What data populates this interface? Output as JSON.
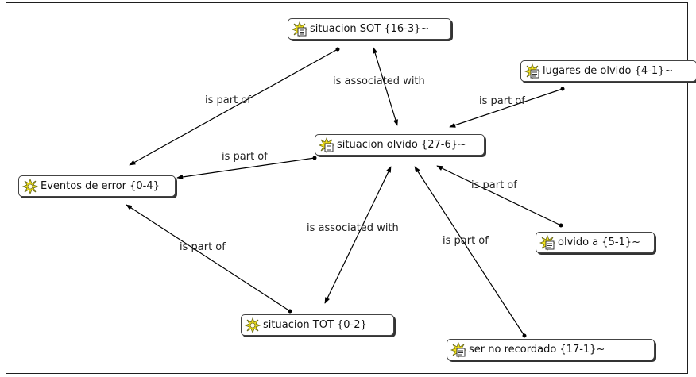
{
  "diagram": {
    "nodes": [
      {
        "id": "sot",
        "label": "situacion SOT {16-3}~",
        "icon": "code-family-icon"
      },
      {
        "id": "lugares",
        "label": "lugares de olvido {4-1}~",
        "icon": "code-family-icon"
      },
      {
        "id": "olvido",
        "label": "situacion olvido {27-6}~",
        "icon": "code-family-icon"
      },
      {
        "id": "eventos",
        "label": "Eventos de error {0-4}",
        "icon": "network-node-icon"
      },
      {
        "id": "olvidoa",
        "label": "olvido a {5-1}~",
        "icon": "code-family-icon"
      },
      {
        "id": "tot",
        "label": "situacion TOT {0-2}",
        "icon": "network-node-icon"
      },
      {
        "id": "ser",
        "label": "ser no recordado {17-1}~",
        "icon": "code-family-icon"
      }
    ],
    "edges": [
      {
        "from": "sot",
        "to": "eventos",
        "label": "is part of"
      },
      {
        "from": "sot",
        "to": "olvido",
        "label": "is associated with"
      },
      {
        "from": "lugares",
        "to": "olvido",
        "label": "is part of"
      },
      {
        "from": "olvido",
        "to": "eventos",
        "label": "is part of"
      },
      {
        "from": "olvidoa",
        "to": "olvido",
        "label": "is part of"
      },
      {
        "from": "tot",
        "to": "olvido",
        "label": "is associated with"
      },
      {
        "from": "tot",
        "to": "eventos",
        "label": "is part of"
      },
      {
        "from": "ser",
        "to": "olvido",
        "label": "is part of"
      }
    ],
    "colors": {
      "line": "#000000",
      "icon_yellow": "#f3e21a",
      "icon_outline": "#6b6b1a"
    }
  }
}
